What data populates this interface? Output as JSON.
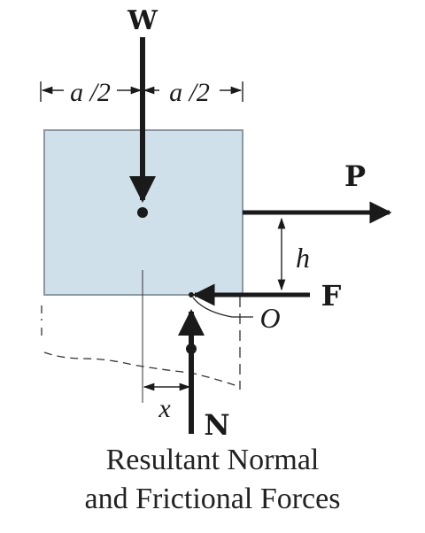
{
  "labels": {
    "W": "W",
    "P": "P",
    "F": "F",
    "N": "N",
    "O": "O",
    "h": "h",
    "x": "x",
    "a_half_left": "a /2",
    "a_half_right": "a /2"
  },
  "caption": {
    "line1": "Resultant Normal",
    "line2": "and Frictional Forces"
  },
  "colors": {
    "block_fill": "#cfe0ea",
    "block_stroke": "#8a98a3",
    "ink": "#1a1a1a"
  }
}
